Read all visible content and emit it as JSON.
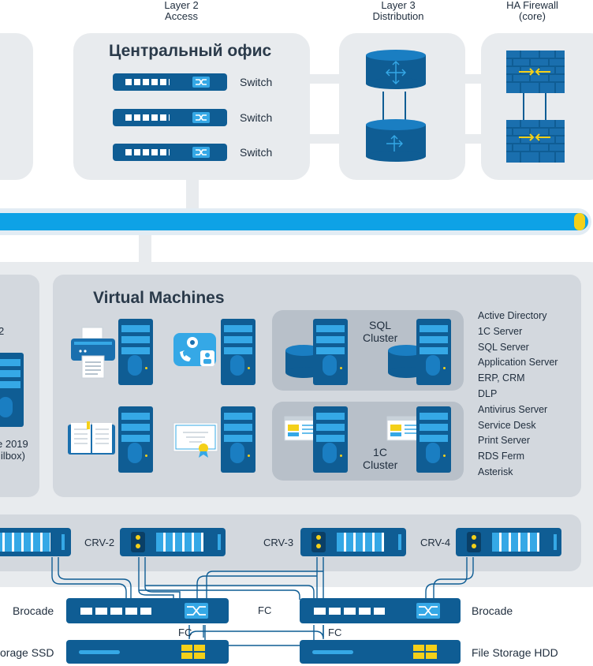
{
  "headers": {
    "layer2": "Layer 2\nAccess",
    "layer3": "Layer 3\nDistribution",
    "firewall": "HA Firewall\n(core)"
  },
  "central_office": {
    "title": "Центральный офис",
    "switches": [
      "Switch",
      "Switch",
      "Switch"
    ]
  },
  "left_panel": {
    "partial_char": "2",
    "partial_caption": "e 2019\nilbox)"
  },
  "virtual_machines": {
    "title": "Virtual Machines",
    "sql_cluster": "SQL\nCluster",
    "onec_cluster": "1C\nCluster",
    "services": [
      "Active Directory",
      "1C Server",
      "SQL Server",
      "Application Server",
      "ERP, CRM",
      "DLP",
      "Antivirus Server",
      "Service Desk",
      "Print Server",
      "RDS Ferm",
      "Asterisk"
    ]
  },
  "crv": {
    "labels": [
      "CRV-2",
      "CRV-3",
      "CRV-4"
    ]
  },
  "san": {
    "brocade_left": "Brocade",
    "brocade_right": "Brocade",
    "fc_mid": "FC",
    "fc_left": "FC",
    "fc_right": "FC",
    "storage_left": "orage SSD",
    "storage_right": "File Storage HDD"
  },
  "colors": {
    "panel": "#e8ebee",
    "subpanel": "#d3d8de",
    "device_dark": "#0f5d94",
    "device_light": "#35a8e6",
    "accent_yellow": "#f4d019",
    "bus": "#0ea2e6"
  }
}
